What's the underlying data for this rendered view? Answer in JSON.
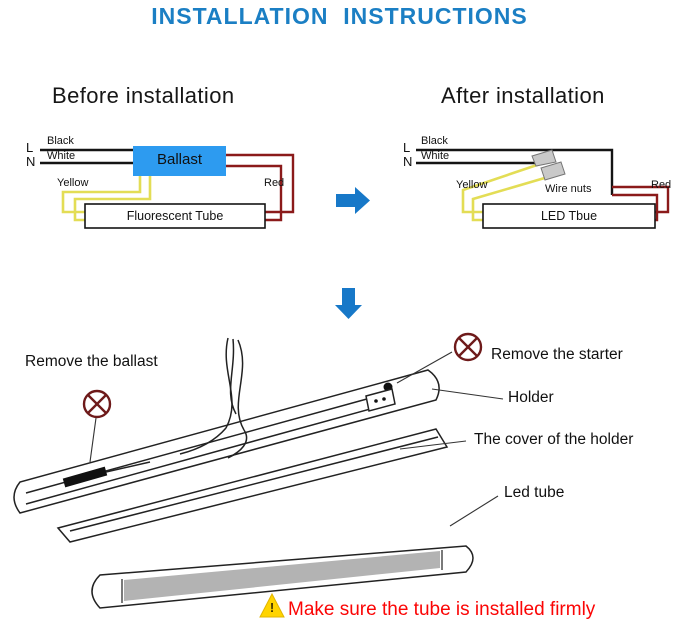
{
  "title": "INSTALLATION  INSTRUCTIONS",
  "before": {
    "heading": "Before installation",
    "line_l": "L",
    "line_n": "N",
    "wire_black": "Black",
    "wire_white": "White",
    "wire_yellow": "Yellow",
    "wire_red": "Red",
    "ballast_label": "Ballast",
    "tube_label": "Fluorescent Tube"
  },
  "after": {
    "heading": "After installation",
    "line_l": "L",
    "line_n": "N",
    "wire_black": "Black",
    "wire_white": "White",
    "wire_yellow": "Yellow",
    "wire_red": "Red",
    "wire_nuts_label": "Wire nuts",
    "tube_label": "LED Tbue"
  },
  "steps": {
    "remove_ballast": "Remove the ballast",
    "remove_starter": "Remove the starter",
    "holder": "Holder",
    "cover": "The cover of the holder",
    "led_tube": "Led tube"
  },
  "warning": {
    "mark": "!",
    "text": "Make sure the tube is installed firmly"
  },
  "colors": {
    "title_blue": "#1b7fc4",
    "arrow_blue": "#1778c8",
    "ballast_blue": "#2d9bf0",
    "wire_black": "#141414",
    "wire_red": "#8b1a1a",
    "wire_yellow": "#e3dd55",
    "tube_grey": "#b3b3b3",
    "warning_red": "#fb0505",
    "warning_yellow": "#ffd400",
    "prohibited_maroon": "#6e1a1a"
  }
}
